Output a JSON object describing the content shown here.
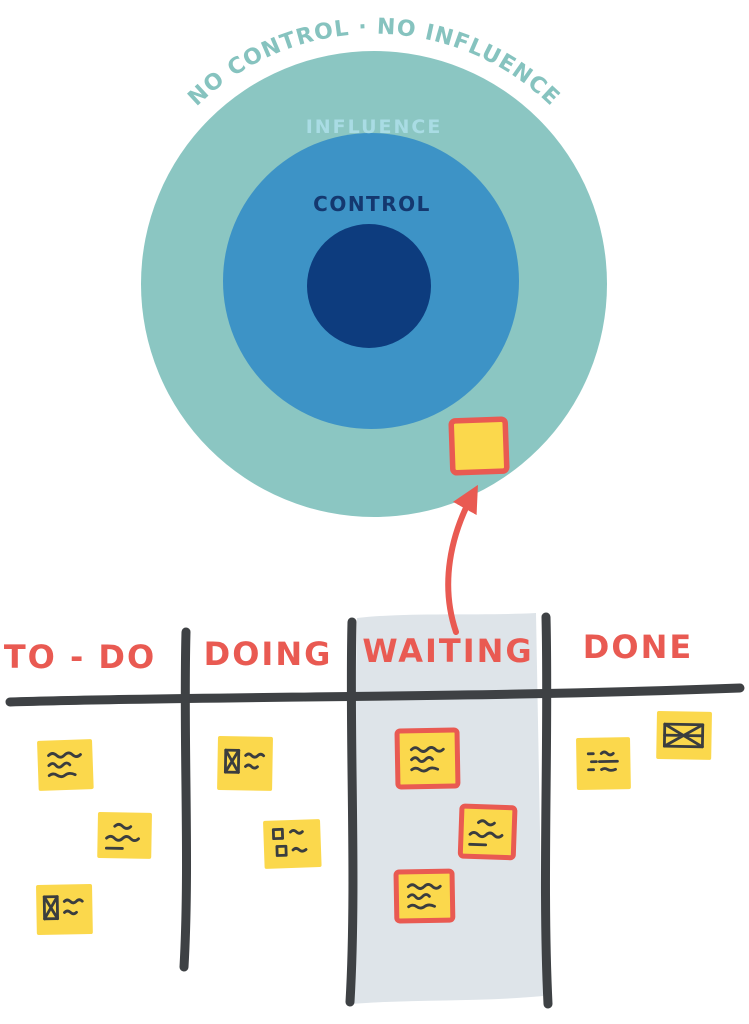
{
  "colors": {
    "outer_circle": "#8bc6c2",
    "middle_circle": "#3d93c6",
    "inner_circle": "#0d3c7e",
    "arc_text": "#86c3bf",
    "influence_text": "#a9dce4",
    "control_text": "#14386f",
    "accent_red": "#e95a52",
    "sticky_yellow": "#fbd84c",
    "stroke_dark": "#3e4144",
    "waiting_highlight": "#dee4e9",
    "scribble": "#3a3d3f"
  },
  "circle_diagram": {
    "outer_label": "NO CONTROL · NO INFLUENCE",
    "middle_label": "INFLUENCE",
    "inner_label": "CONTROL"
  },
  "kanban": {
    "columns": [
      {
        "label": "TO - DO"
      },
      {
        "label": "DOING"
      },
      {
        "label": "WAITING"
      },
      {
        "label": "DONE"
      }
    ]
  }
}
